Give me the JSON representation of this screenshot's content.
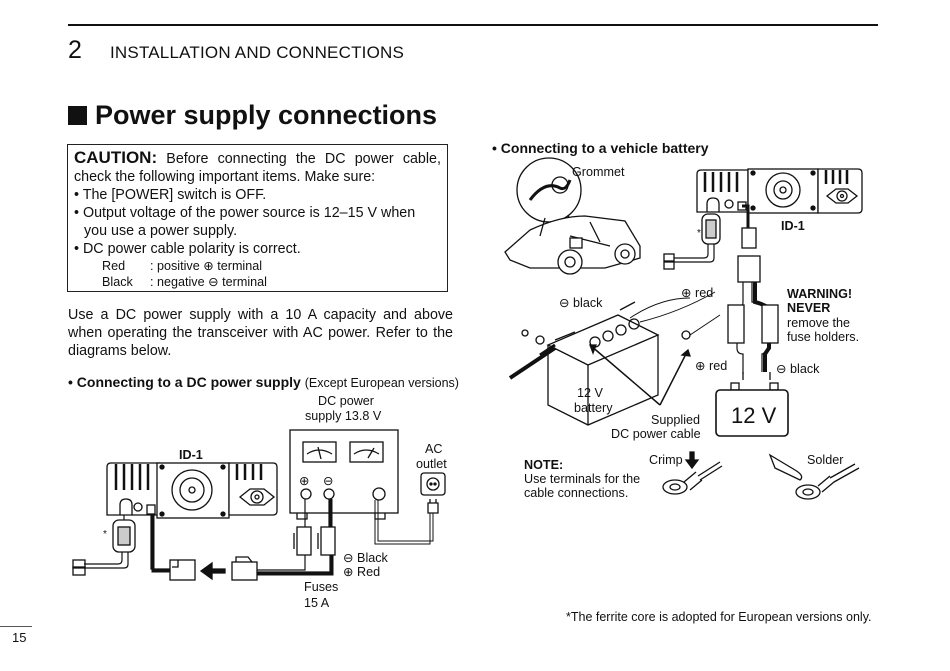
{
  "header": {
    "chapter_number": "2",
    "chapter_title": "INSTALLATION AND CONNECTIONS"
  },
  "section": {
    "title": "Power supply connections",
    "bullet_icon": "black-square-icon"
  },
  "caution": {
    "label": "CAUTION:",
    "intro": "Before connecting the DC power cable, check the following important items. Make sure:",
    "items": [
      "• The [POWER] switch is OFF.",
      "• Output voltage of the power source is 12–15 V when you use a power supply.",
      "• DC power cable polarity is correct."
    ],
    "polarity": [
      {
        "color": "Red",
        "desc": ": positive ⊕ terminal"
      },
      {
        "color": "Black",
        "desc": ": negative ⊖ terminal"
      }
    ]
  },
  "body_text": "Use a DC power supply with a 10 A capacity and above when operating the transceiver with AC power. Refer to the diagrams below.",
  "dc_supply_diagram": {
    "heading": "• Connecting to a DC power supply",
    "heading_note": "(Except European versions)",
    "labels": {
      "supply_line1": "DC power",
      "supply_line2": "supply 13.8 V",
      "ac_line1": "AC",
      "ac_line2": "outlet",
      "radio": "ID-1",
      "plus": "⊕",
      "minus": "⊖",
      "black": "⊖ Black",
      "red": "⊕ Red",
      "fuses_line1": "Fuses",
      "fuses_line2": "15 A",
      "asterisk": "*"
    }
  },
  "vehicle_diagram": {
    "heading": "• Connecting to a vehicle battery",
    "labels": {
      "grommet": "Grommet",
      "radio": "ID-1",
      "asterisk": "*",
      "black_top": "⊖ black",
      "red_top": "⊕ red",
      "warning_line1": "WARNING!",
      "warning_line2": "NEVER",
      "warning_line3": "remove the",
      "warning_line4": "fuse holders.",
      "red_bottom": "⊕ red",
      "black_bottom": "⊖ black",
      "battery_line1": "12 V",
      "battery_line2": "battery",
      "cable_line1": "Supplied",
      "cable_line2": "DC power cable",
      "battery_symbol": "12 V"
    }
  },
  "note": {
    "title": "NOTE:",
    "line1": "Use terminals for the",
    "line2": "cable connections.",
    "crimp": "Crimp",
    "solder": "Solder"
  },
  "footnote": "*The ferrite core is adopted for European versions only.",
  "page_number": "15"
}
